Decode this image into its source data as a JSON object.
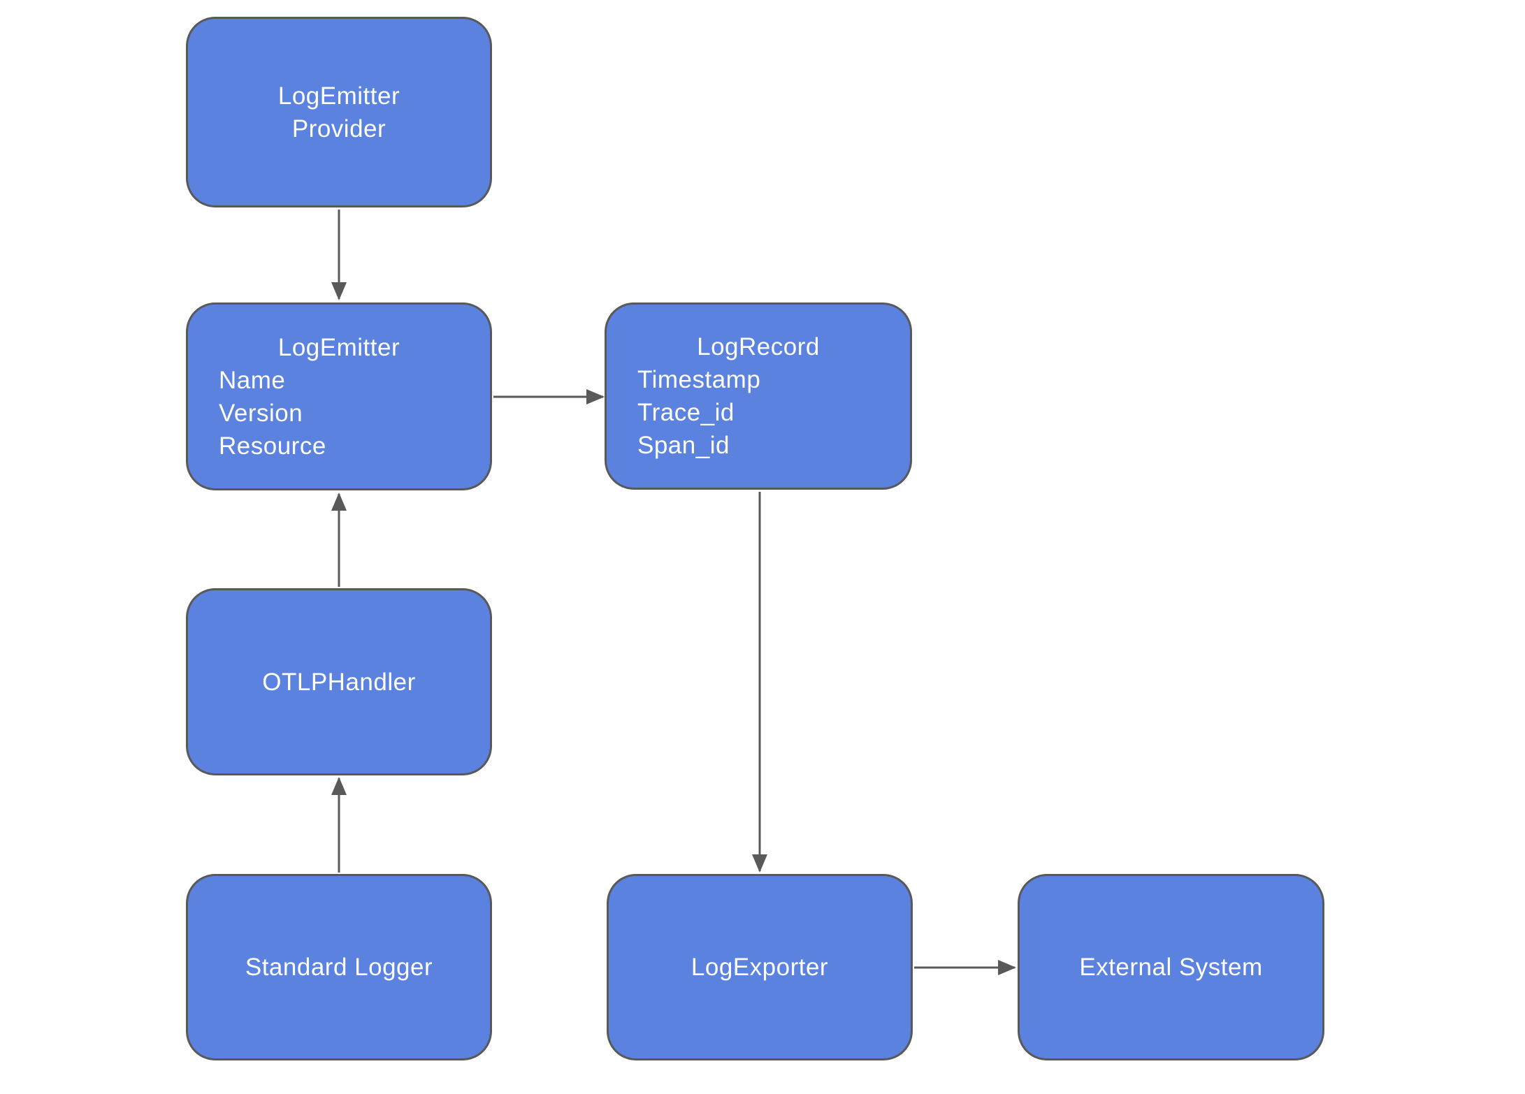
{
  "diagram": {
    "type": "flowchart",
    "colors": {
      "background": "#ffffff",
      "node_fill": "#5a82de",
      "node_border": "#595959",
      "arrow_color": "#595959",
      "node_text": "#ffffff"
    },
    "nodes": {
      "log_emitter_provider": {
        "label": "LogEmitter\nProvider"
      },
      "log_emitter": {
        "title": "LogEmitter",
        "attributes": [
          "Name",
          "Version",
          "Resource"
        ]
      },
      "log_record": {
        "title": "LogRecord",
        "attributes": [
          "Timestamp",
          "Trace_id",
          "Span_id"
        ]
      },
      "otlp_handler": {
        "label": "OTLPHandler"
      },
      "standard_logger": {
        "label": "Standard Logger"
      },
      "log_exporter": {
        "label": "LogExporter"
      },
      "external_system": {
        "label": "External System"
      }
    },
    "edges": [
      {
        "from": "LogEmitter Provider",
        "to": "LogEmitter",
        "direction": "down"
      },
      {
        "from": "LogEmitter",
        "to": "LogRecord",
        "direction": "right"
      },
      {
        "from": "OTLPHandler",
        "to": "LogEmitter",
        "direction": "up"
      },
      {
        "from": "Standard Logger",
        "to": "OTLPHandler",
        "direction": "up"
      },
      {
        "from": "LogRecord",
        "to": "LogExporter",
        "direction": "down"
      },
      {
        "from": "LogExporter",
        "to": "External System",
        "direction": "right"
      }
    ]
  }
}
